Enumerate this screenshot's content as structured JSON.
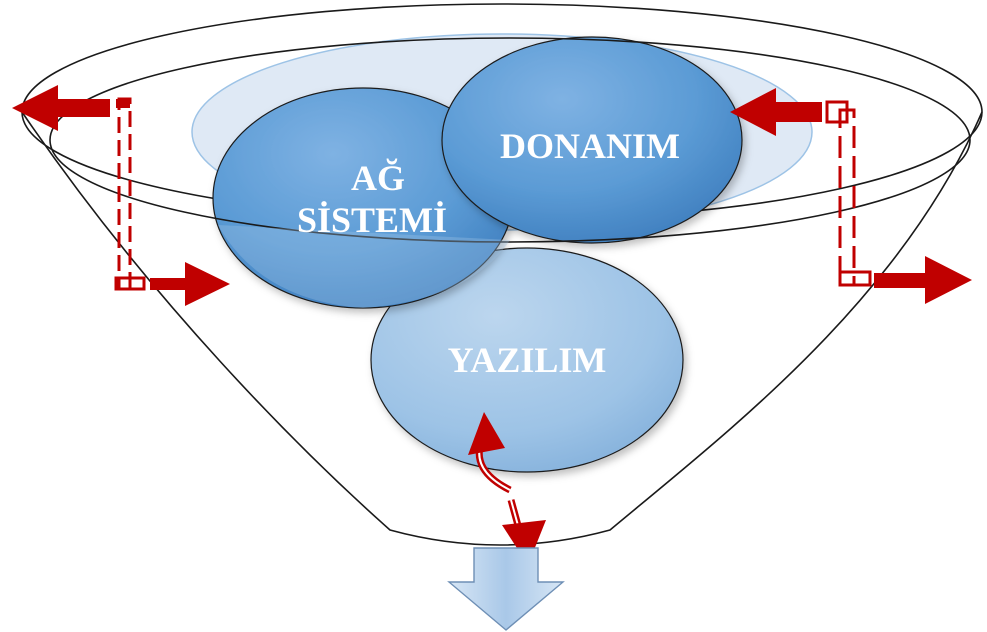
{
  "diagram": {
    "circles": {
      "ag_sistemi": {
        "line1": "AĞ",
        "line2": "SİSTEMİ"
      },
      "donanim": {
        "label": "DONANIM"
      },
      "yazilim": {
        "label": "YAZILIM"
      }
    },
    "colors": {
      "funnel_stroke": "#1a1a1a",
      "back_ellipse": "#dfe9f5",
      "circle_dark": "#5b9bd5",
      "circle_light": "#9dc3e6",
      "arrow_red": "#c00000",
      "output_arrow": "#bdd7ee"
    },
    "icons": [
      "left-arrow-icon",
      "right-arrow-icon",
      "loop-arrow-icon",
      "down-arrow-icon"
    ]
  }
}
